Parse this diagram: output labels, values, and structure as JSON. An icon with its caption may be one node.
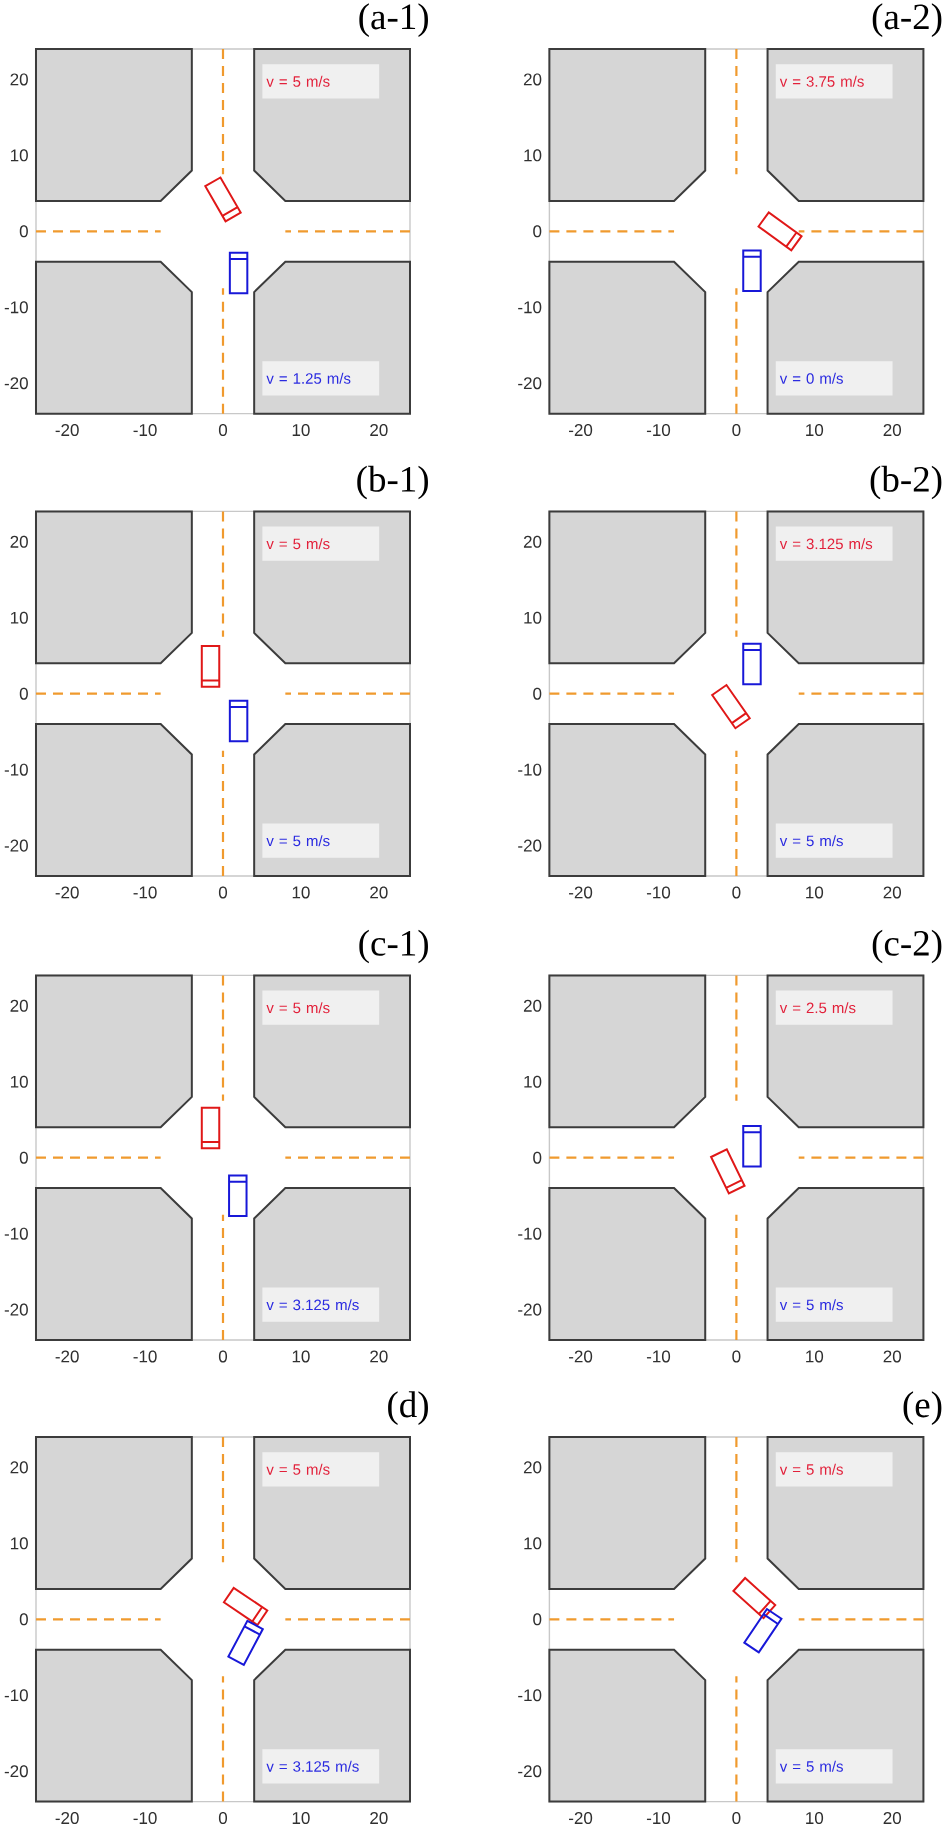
{
  "diagram": {
    "nodes": [
      {
        "text": [
          "(a-1)"
        ]
      },
      {
        "text": [
          "v = 5 m/s"
        ],
        "in": 0
      },
      {
        "text": [
          "v = 1.25 m/s"
        ],
        "in": 0
      },
      {
        "text": [
          "(a-2)"
        ]
      },
      {
        "text": [
          "v = 3.75 m/s"
        ],
        "in": 3
      },
      {
        "text": [
          "v = 0 m/s"
        ],
        "in": 3
      },
      {
        "text": [
          "(b-1)"
        ]
      },
      {
        "text": [
          "v = 5 m/s"
        ],
        "in": 6
      },
      {
        "text": [
          "v = 5 m/s"
        ],
        "in": 6
      },
      {
        "text": [
          "(b-2)"
        ]
      },
      {
        "text": [
          "v = 3.125 m/s"
        ],
        "in": 9
      },
      {
        "text": [
          "v = 5 m/s"
        ],
        "in": 9
      },
      {
        "text": [
          "(c-1)"
        ]
      },
      {
        "text": [
          "v = 5 m/s"
        ],
        "in": 12
      },
      {
        "text": [
          "v = 3.125 m/s"
        ],
        "in": 12
      },
      {
        "text": [
          "(c-2)"
        ]
      },
      {
        "text": [
          "v = 2.5 m/s"
        ],
        "in": 15
      },
      {
        "text": [
          "v = 5 m/s"
        ],
        "in": 15
      },
      {
        "text": [
          "(d)"
        ]
      },
      {
        "text": [
          "v = 5 m/s"
        ],
        "in": 18
      },
      {
        "text": [
          "v = 3.125 m/s"
        ],
        "in": 18
      },
      {
        "text": [
          "(e)"
        ]
      },
      {
        "text": [
          "v = 5 m/s"
        ],
        "in": 21
      },
      {
        "text": [
          "v = 5 m/s"
        ],
        "in": 21
      }
    ],
    "labels": [
      "20",
      "10",
      "0",
      "-10",
      "-20",
      "-20",
      "-10",
      "0",
      "10",
      "20",
      "20",
      "10",
      "0",
      "-10",
      "-20",
      "-20",
      "-10",
      "0",
      "10",
      "20",
      "20",
      "10",
      "0",
      "-10",
      "-20",
      "-20",
      "-10",
      "0",
      "10",
      "20",
      "20",
      "10",
      "0",
      "-10",
      "-20",
      "-20",
      "-10",
      "0",
      "10",
      "20",
      "20",
      "10",
      "0",
      "-10",
      "-20",
      "-20",
      "-10",
      "0",
      "10",
      "20",
      "20",
      "10",
      "0",
      "-10",
      "-20",
      "-20",
      "-10",
      "0",
      "10",
      "20",
      "20",
      "10",
      "0",
      "-10",
      "-20",
      "-20",
      "-10",
      "0",
      "10",
      "20",
      "20",
      "10",
      "0",
      "-10",
      "-20",
      "-20",
      "-10",
      "0",
      "10",
      "20"
    ]
  }
}
